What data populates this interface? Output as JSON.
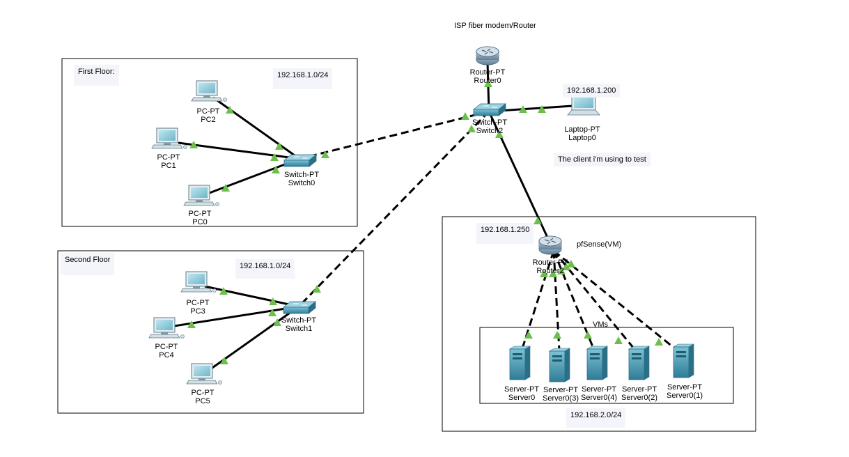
{
  "areas": [
    {
      "id": "first-floor",
      "title": "First Floor:",
      "subnet": "192.168.1.0/24"
    },
    {
      "id": "second-floor",
      "title": "Second Floor",
      "subnet": "192.168.1.0/24"
    },
    {
      "id": "pfsense-area",
      "subnet_top": "192.168.1.250",
      "title": "pfSense(VM)",
      "subnet_bottom": "192.168.2.0/24"
    },
    {
      "id": "vm-area",
      "title": "VMs"
    }
  ],
  "notes": {
    "isp": "ISP fiber modem/Router",
    "laptop_ip": "192.168.1.200",
    "client": "The client i'm using to test"
  },
  "devices": [
    {
      "id": "router0",
      "icon": "router-icon",
      "model": "Router-PT",
      "name": "Router0"
    },
    {
      "id": "switch2",
      "icon": "switch-icon",
      "model": "Switch-PT",
      "name": "Switch2"
    },
    {
      "id": "laptop0",
      "icon": "laptop-icon",
      "model": "Laptop-PT",
      "name": "Laptop0"
    },
    {
      "id": "pc2",
      "icon": "pc-icon",
      "model": "PC-PT",
      "name": "PC2"
    },
    {
      "id": "pc1",
      "icon": "pc-icon",
      "model": "PC-PT",
      "name": "PC1"
    },
    {
      "id": "pc0",
      "icon": "pc-icon",
      "model": "PC-PT",
      "name": "PC0"
    },
    {
      "id": "switch0",
      "icon": "switch-icon",
      "model": "Switch-PT",
      "name": "Switch0"
    },
    {
      "id": "pc3",
      "icon": "pc-icon",
      "model": "PC-PT",
      "name": "PC3"
    },
    {
      "id": "pc4",
      "icon": "pc-icon",
      "model": "PC-PT",
      "name": "PC4"
    },
    {
      "id": "pc5",
      "icon": "pc-icon",
      "model": "PC-PT",
      "name": "PC5"
    },
    {
      "id": "switch1",
      "icon": "switch-icon",
      "model": "Switch-PT",
      "name": "Switch1"
    },
    {
      "id": "router2",
      "icon": "router-icon",
      "model": "Router-PT",
      "name": "Router2"
    },
    {
      "id": "server0",
      "icon": "server-icon",
      "model": "Server-PT",
      "name": "Server0"
    },
    {
      "id": "server03",
      "icon": "server-icon",
      "model": "Server-PT",
      "name": "Server0(3)"
    },
    {
      "id": "server04",
      "icon": "server-icon",
      "model": "Server-PT",
      "name": "Server0(4)"
    },
    {
      "id": "server02",
      "icon": "server-icon",
      "model": "Server-PT",
      "name": "Server0(2)"
    },
    {
      "id": "server01",
      "icon": "server-icon",
      "model": "Server-PT",
      "name": "Server0(1)"
    }
  ],
  "links": [
    {
      "from": "router0",
      "to": "switch2",
      "style": "solid"
    },
    {
      "from": "switch2",
      "to": "laptop0",
      "style": "solid"
    },
    {
      "from": "switch2",
      "to": "switch0",
      "style": "dashed"
    },
    {
      "from": "switch2",
      "to": "switch1",
      "style": "dashed"
    },
    {
      "from": "switch2",
      "to": "router2",
      "style": "solid"
    },
    {
      "from": "pc2",
      "to": "switch0",
      "style": "solid"
    },
    {
      "from": "pc1",
      "to": "switch0",
      "style": "solid"
    },
    {
      "from": "pc0",
      "to": "switch0",
      "style": "solid"
    },
    {
      "from": "pc3",
      "to": "switch1",
      "style": "solid"
    },
    {
      "from": "pc4",
      "to": "switch1",
      "style": "solid"
    },
    {
      "from": "pc5",
      "to": "switch1",
      "style": "solid"
    },
    {
      "from": "router2",
      "to": "server0",
      "style": "dashed"
    },
    {
      "from": "router2",
      "to": "server03",
      "style": "dashed"
    },
    {
      "from": "router2",
      "to": "server04",
      "style": "dashed"
    },
    {
      "from": "router2",
      "to": "server02",
      "style": "dashed"
    },
    {
      "from": "router2",
      "to": "server01",
      "style": "dashed"
    }
  ],
  "colors": {
    "link": "#000000",
    "port_up": "#6cc04a",
    "device_teal": "#3f8fa8",
    "note_bg": "#f4f5fb"
  }
}
